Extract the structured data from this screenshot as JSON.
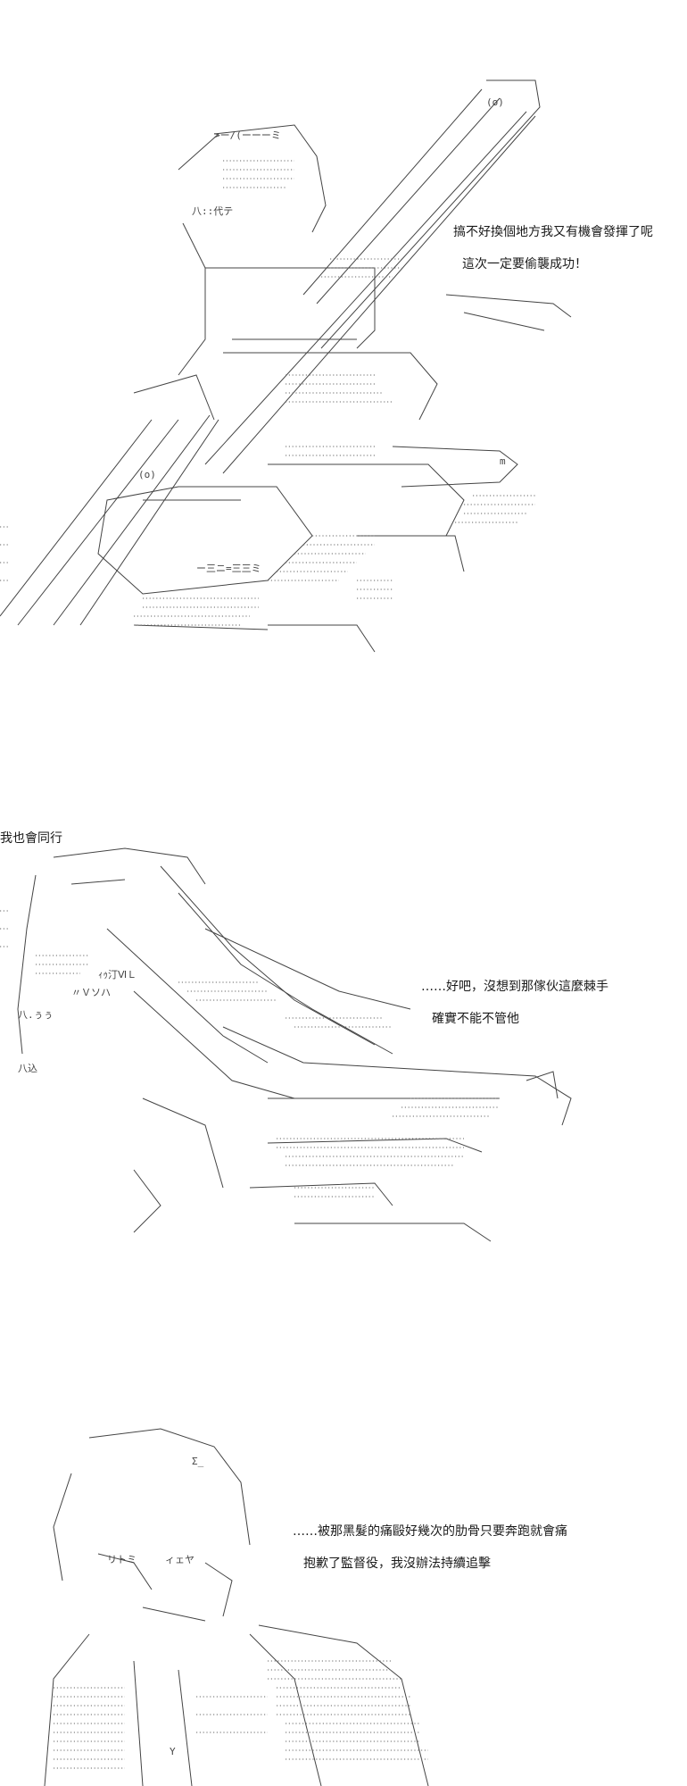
{
  "panels": [
    {
      "lines": [
        "搞不好換個地方我又有機會發揮了呢",
        "這次一定要偷襲成功！"
      ],
      "art": {
        "face_text": ">ー/(ーーーミ",
        "chest_text": "八::代テ",
        "lens_text": "(o)",
        "inner_lens_text": "(o)",
        "tag_text": "ー三ニ=三三ミ",
        "small_mark": "m"
      }
    },
    {
      "lines": [
        "……好吧，沒想到那傢伙這麼棘手",
        "確實不能不管他",
        "我也會同行"
      ],
      "art": {
        "label_1": "ｨｩ汀ⅥＬ",
        "label_2": "〃Ｖソハ",
        "label_3": "八.ぅぅ",
        "label_4": "八込"
      }
    },
    {
      "lines": [
        "……被那黑髮的痛毆好幾次的肋骨只要奔跑就會痛",
        "抱歉了監督役，我沒辦法持續追擊"
      ],
      "art": {
        "label_1": "Σ_",
        "label_2": "リトミ",
        "label_3": "ィェヤ",
        "label_4": "Y"
      }
    }
  ]
}
